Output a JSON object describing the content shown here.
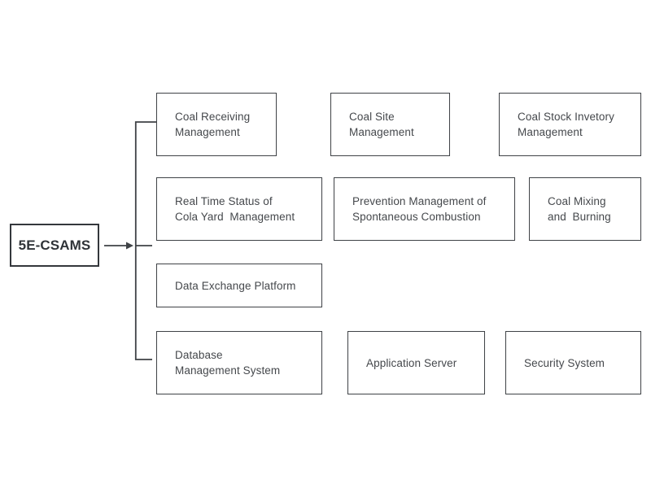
{
  "diagram": {
    "background_color": "#ffffff",
    "line_color": "#3f4246",
    "text_color": "#45484c",
    "root": {
      "label": "5E-CSAMS"
    },
    "nodes": [
      {
        "label": "Coal Receiving\nManagement"
      },
      {
        "label": "Coal Site\nManagement"
      },
      {
        "label": "Coal Stock Invetory\nManagement"
      },
      {
        "label": "Real Time Status of\nCola Yard  Management"
      },
      {
        "label": "Prevention Management of\nSpontaneous Combustion"
      },
      {
        "label": "Coal Mixing\nand  Burning"
      },
      {
        "label": "Data Exchange Platform"
      },
      {
        "label": "Database\nManagement System"
      },
      {
        "label": "Application Server"
      },
      {
        "label": "Security System"
      }
    ]
  }
}
